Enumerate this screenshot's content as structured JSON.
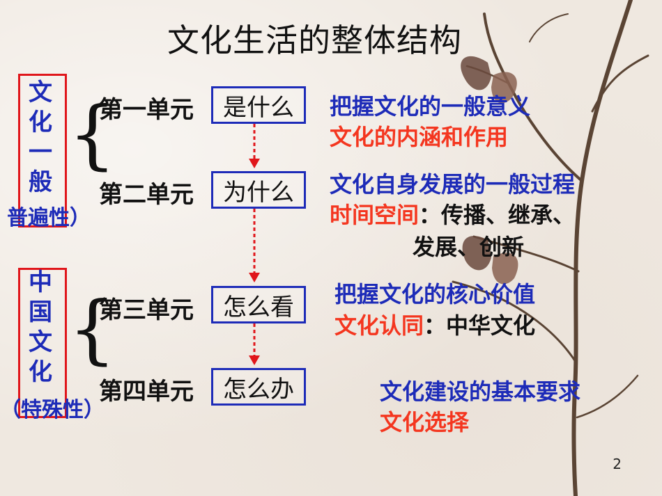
{
  "title": "文化生活的整体结构",
  "left_groups": [
    {
      "vertical": "文化一般",
      "sub": "普遍性）"
    },
    {
      "vertical": "中国文化",
      "sub": "（特殊性）"
    }
  ],
  "units": [
    {
      "label": "第一单元",
      "question": "是什么"
    },
    {
      "label": "第二单元",
      "question": "为什么"
    },
    {
      "label": "第三单元",
      "question": "怎么看"
    },
    {
      "label": "第四单元",
      "question": "怎么办"
    }
  ],
  "details": {
    "u1": {
      "line1": "把握文化的一般意义",
      "line2": "文化的内涵和作用"
    },
    "u2": {
      "line1": "文化自身发展的一般过程",
      "line2_red": "时间空间",
      "line2_black": "：传播、继承、",
      "line3": "发展、创新"
    },
    "u3": {
      "line1": "把握文化的核心价值",
      "line2_red": "文化认同",
      "line2_black": "：中华文化"
    },
    "u4": {
      "line1": "文化建设的基本要求",
      "line2": "文化选择"
    }
  },
  "page_number": "2",
  "colors": {
    "blue": "#1d2bb8",
    "red": "#f4361f",
    "box_red": "#e0161b"
  }
}
